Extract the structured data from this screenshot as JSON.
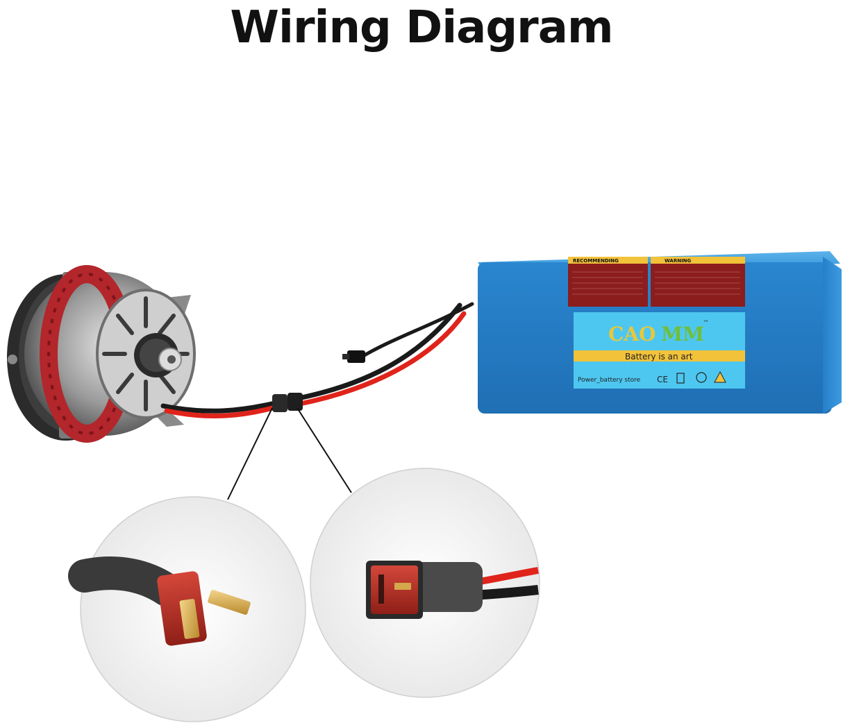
{
  "title": "Wiring Diagram",
  "battery": {
    "brand_part1": "CAO",
    "brand_part2": "MM",
    "trademark": "™",
    "slogan": "Battery is an art",
    "store": "Power_battery store",
    "label_recommending": "RECOMMENDING",
    "label_warning": "WARNING",
    "cert_marks": "CE"
  },
  "colors": {
    "battery_blue": "#2f8fd6",
    "label_blue": "#4ec7f0",
    "label_red": "#8b1d1d",
    "wire_red": "#e0241b",
    "wire_black": "#1a1a1a",
    "connector_red": "#c0392b",
    "brass": "#d4a84b"
  },
  "icons": [
    "alternator-motor",
    "lithium-battery-pack",
    "t-plug-male-connector",
    "t-plug-female-connector"
  ]
}
